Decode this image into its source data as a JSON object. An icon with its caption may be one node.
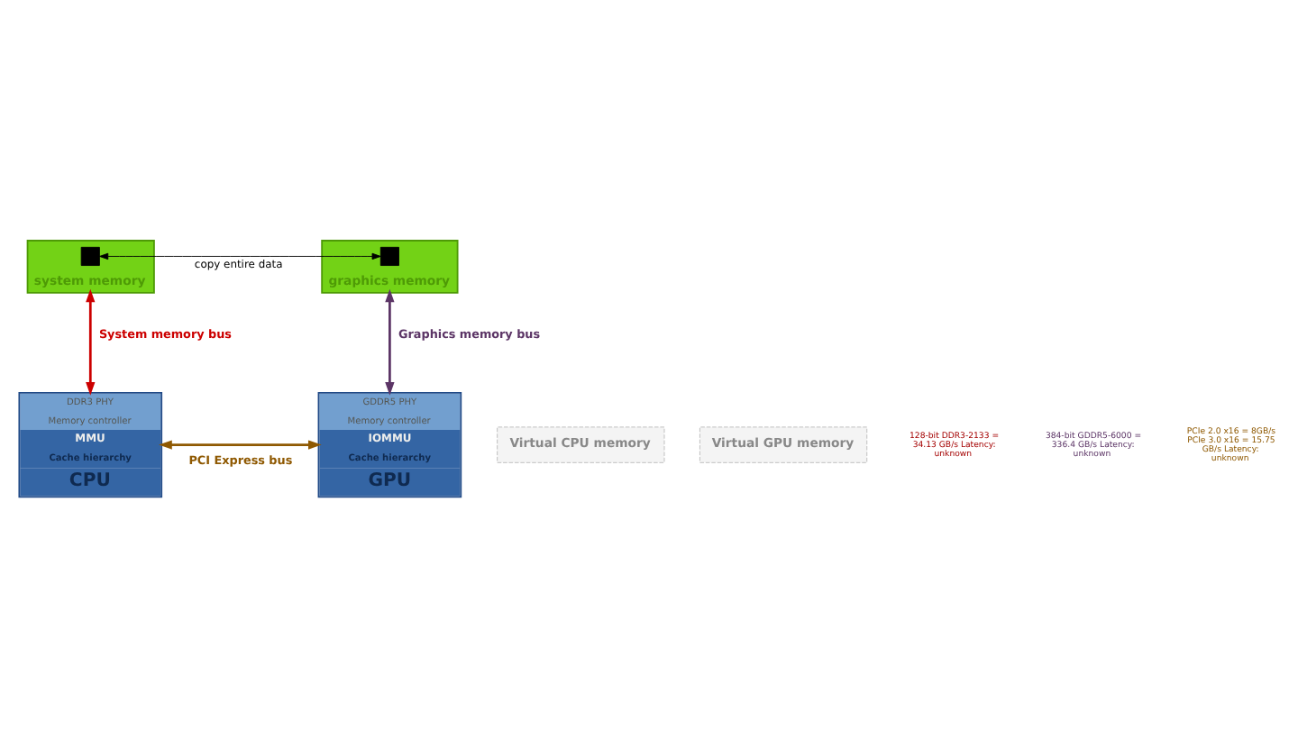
{
  "diagram": {
    "nodes": [
      {
        "text": [
          "system memory"
        ]
      },
      {
        "text": [],
        "shape": "box",
        "in": 0
      },
      {
        "text": [
          "graphics memory"
        ]
      },
      {
        "text": [],
        "shape": "box",
        "in": 2
      },
      {
        "text": [
          "Virtual CPU memory"
        ]
      },
      {
        "text": [
          "Virtual GPU memory"
        ]
      },
      {
        "text": [
          "DDR3 PHY",
          "Memory controller",
          "MMU",
          "Cache hierarchy",
          "CPU"
        ]
      },
      {
        "text": [
          "GDDR5 PHY",
          "Memory controller",
          "IOMMU",
          "Cache hierarchy",
          "GPU"
        ]
      }
    ],
    "edges": [
      {
        "from": 6,
        "to": 0,
        "arrow": "both",
        "label": "System memory bus",
        "color": "#cc0000"
      },
      {
        "from": 7,
        "to": 2,
        "arrow": "both",
        "label": "Graphics memory bus",
        "color": "#5c3566"
      },
      {
        "from": 1,
        "to": 3,
        "arrow": "both",
        "label": "copy entire data",
        "color": "#000000"
      },
      {
        "from": 6,
        "to": 7,
        "arrow": "both",
        "label": "PCI Express bus",
        "color": "#8f5902"
      }
    ],
    "labels": [
      "128-bit DDR3-2133 = 34.13 GB/s Latency: unknown",
      "384-bit GDDR5-6000 = 336.4 GB/s Latency: unknown",
      "PCIe 2.0 x16 = 8GB/s PCIe 3.0 x16 = 15.75 GB/s Latency: unknown"
    ]
  }
}
